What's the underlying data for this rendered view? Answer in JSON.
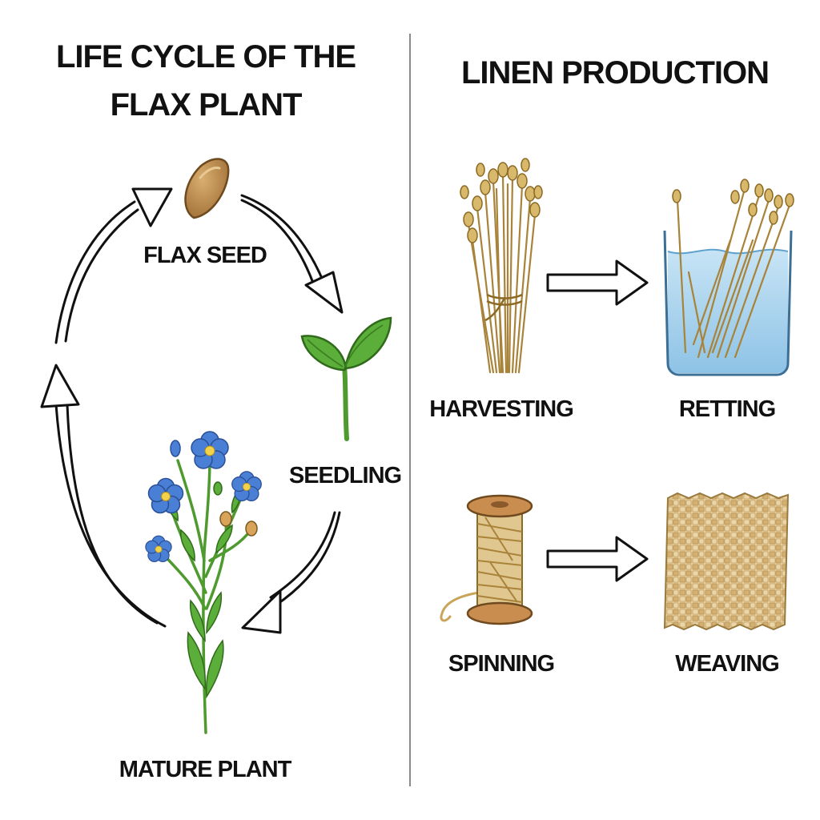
{
  "left_panel": {
    "title_line1": "LIFE CYCLE OF THE",
    "title_line2": "FLAX PLANT",
    "stages": {
      "seed": "FLAX SEED",
      "seedling": "SEEDLING",
      "mature": "MATURE PLANT"
    }
  },
  "right_panel": {
    "title": "LINEN PRODUCTION",
    "steps": {
      "harvesting": "HARVESTING",
      "retting": "RETTING",
      "spinning": "SPINNING",
      "weaving": "WEAVING"
    }
  },
  "colors": {
    "flower_blue": "#4a7fd6",
    "leaf_green": "#4e9a2e",
    "seed_brown": "#b98a4e",
    "straw": "#c9a55a",
    "water_blue": "#a9d3ec",
    "wood": "#c98d4f"
  }
}
